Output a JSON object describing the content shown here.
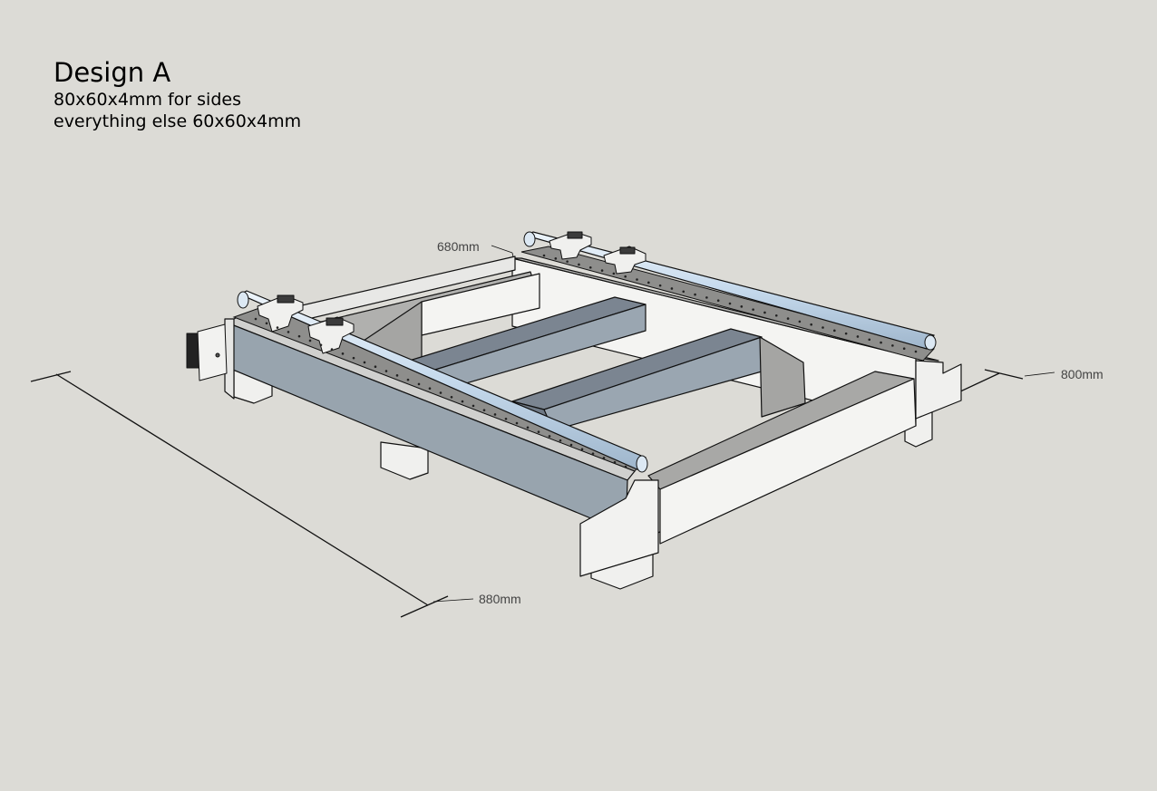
{
  "title": "Design A",
  "specs": [
    "80x60x4mm for sides",
    "everything else 60x60x4mm"
  ],
  "dimensions": {
    "top": "680mm",
    "right": "800mm",
    "bottom": "880mm"
  },
  "colors": {
    "background": "#dcdbd6",
    "side_beam": "#99a5ae",
    "cross_beam": "#8f9ca8",
    "frame_light": "#f1f1ef",
    "rail": "#c7dbee",
    "outline": "#111111"
  }
}
